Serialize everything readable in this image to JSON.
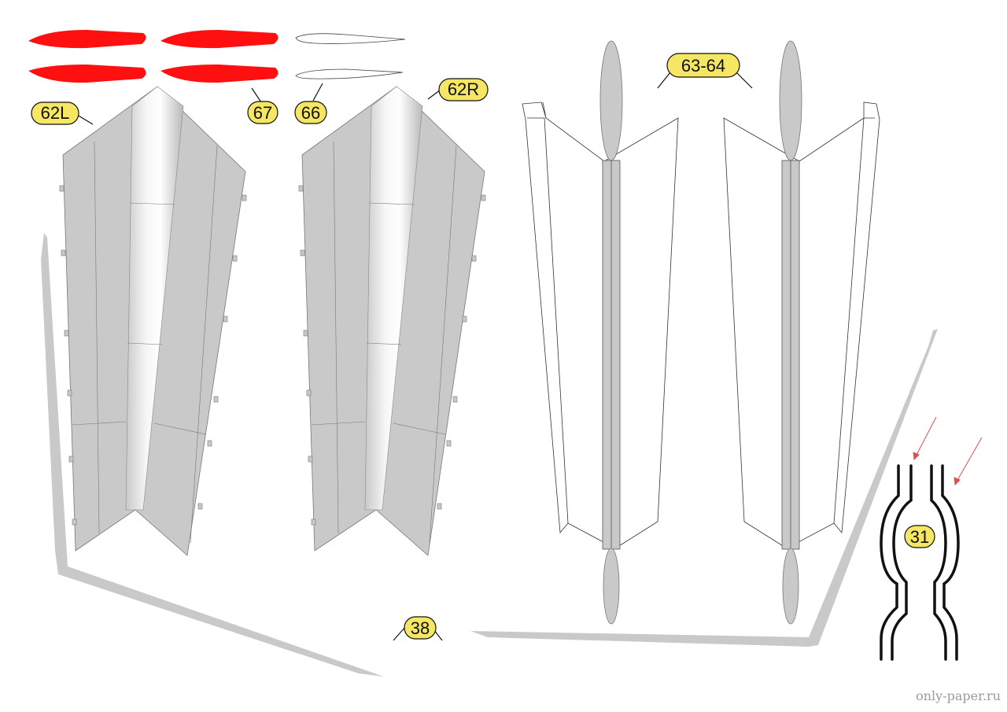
{
  "labels": {
    "left_wing": "62L",
    "right_wing": "62R",
    "red_strip": "67",
    "outline_strip": "66",
    "fins": "63-64",
    "long_strip": "38",
    "wire_part": "31"
  },
  "watermark": "only-paper.ru",
  "colors": {
    "label_fill": "#f5e663",
    "part_gray": "#c8c9c8",
    "red_part": "#ff1010",
    "outline": "#333333",
    "arrow": "#e05050"
  }
}
